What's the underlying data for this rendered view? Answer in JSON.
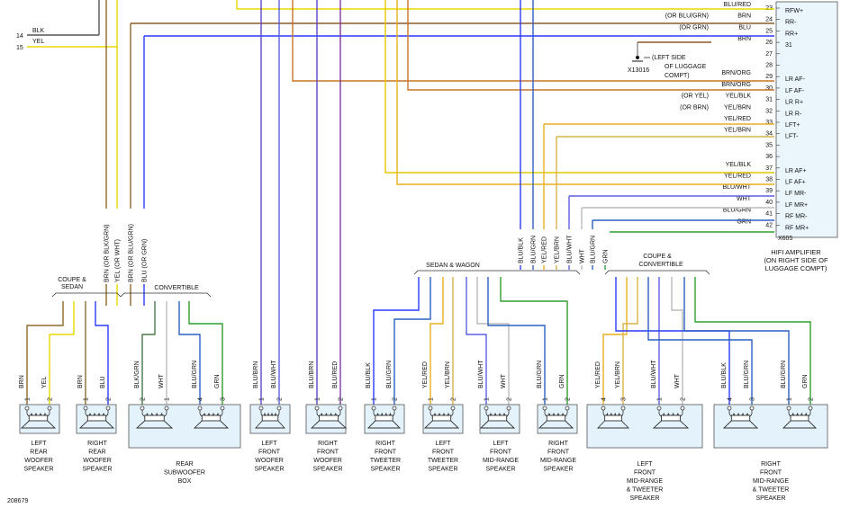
{
  "figure_id": "208679",
  "amplifier": {
    "title_lines": [
      "HIFI AMPLIFIER",
      "(ON RIGHT SIDE OF",
      "LUGGAGE COMPT)"
    ],
    "connector": "X605",
    "pins": [
      {
        "pin": "23",
        "wire": "BLU/RED",
        "note": "",
        "term": "RFW+",
        "color": "#2a3cff"
      },
      {
        "pin": "24",
        "wire": "BRN",
        "note": "(OR BLU/GRN)",
        "term": "RR-",
        "color": "#8b5a2b"
      },
      {
        "pin": "25",
        "wire": "BLU",
        "note": "(OR GRN)",
        "term": "RR+",
        "color": "#2a3cff"
      },
      {
        "pin": "26",
        "wire": "BRN",
        "note": "",
        "term": "31",
        "color": "#8b5a2b"
      },
      {
        "pin": "27",
        "wire": "",
        "note": "",
        "term": "",
        "color": ""
      },
      {
        "pin": "28",
        "wire": "",
        "note": "",
        "term": "",
        "color": ""
      },
      {
        "pin": "29",
        "wire": "BRN/ORG",
        "note": "",
        "term": "LR AF-",
        "color": "#c8752a"
      },
      {
        "pin": "30",
        "wire": "BRN/ORG",
        "note": "",
        "term": "LF AF-",
        "color": "#c8752a"
      },
      {
        "pin": "31",
        "wire": "YEL/BLK",
        "note": "(OR YEL)",
        "term": "LR R+",
        "color": "#e6c800"
      },
      {
        "pin": "32",
        "wire": "YEL/BRN",
        "note": "(OR BRN)",
        "term": "LR R-",
        "color": "#d9b24a"
      },
      {
        "pin": "33",
        "wire": "YEL/RED",
        "note": "",
        "term": "LFT+",
        "color": "#e8b020"
      },
      {
        "pin": "34",
        "wire": "YEL/BRN",
        "note": "",
        "term": "LFT-",
        "color": "#d9b24a"
      },
      {
        "pin": "35",
        "wire": "",
        "note": "",
        "term": "",
        "color": ""
      },
      {
        "pin": "36",
        "wire": "",
        "note": "",
        "term": "",
        "color": ""
      },
      {
        "pin": "37",
        "wire": "YEL/BLK",
        "note": "",
        "term": "LR AF+",
        "color": "#e6c800"
      },
      {
        "pin": "38",
        "wire": "YEL/RED",
        "note": "",
        "term": "LF AF+",
        "color": "#e8b020"
      },
      {
        "pin": "39",
        "wire": "BLU/WHT",
        "note": "",
        "term": "LF MR-",
        "color": "#5a60e0"
      },
      {
        "pin": "40",
        "wire": "WHT",
        "note": "",
        "term": "LF MR+",
        "color": "#bbbbbb"
      },
      {
        "pin": "41",
        "wire": "BLU/GRN",
        "note": "",
        "term": "RF MR-",
        "color": "#2a60c0"
      },
      {
        "pin": "42",
        "wire": "GRN",
        "note": "",
        "term": "RF MR+",
        "color": "#2fa02f"
      }
    ]
  },
  "ground": {
    "id": "X13016",
    "note_lines": [
      "(LEFT SIDE",
      "OF LUGGAGE",
      "COMPT)"
    ]
  },
  "left_inputs": [
    {
      "pin": "14",
      "wire": "BLK"
    },
    {
      "pin": "15",
      "wire": "YEL"
    }
  ],
  "vertical_labels": {
    "left": [
      {
        "text": "BRN",
        "note": "(OR BLK/GRN)"
      },
      {
        "text": "YEL",
        "note": "(OR WHT)"
      },
      {
        "text": "BRN",
        "note": "(OR BLU/GRN)"
      },
      {
        "text": "BLU",
        "note": "(OR GRN)"
      }
    ],
    "right": [
      "BLU/BLK",
      "BLU/GRN",
      "YEL/RED",
      "YEL/BRN",
      "BLU/WHT",
      "WHT",
      "BLU/GRN",
      "GRN"
    ]
  },
  "groups": {
    "coupe_sedan": "COUPE & SEDAN",
    "convertible": "CONVERTIBLE",
    "sedan_wagon": "SEDAN & WAGON",
    "coupe_convertible": "COUPE & CONVERTIBLE"
  },
  "speakers": [
    {
      "id": "lr-woofer",
      "label": [
        "LEFT",
        "REAR",
        "WOOFER",
        "SPEAKER"
      ],
      "wires": [
        {
          "pin": "1",
          "name": "BRN",
          "color": "#8b6a2b"
        },
        {
          "pin": "2",
          "name": "YEL",
          "color": "#e6d800"
        }
      ]
    },
    {
      "id": "rr-woofer",
      "label": [
        "RIGHT",
        "REAR",
        "WOOFER",
        "SPEAKER"
      ],
      "wires": [
        {
          "pin": "1",
          "name": "BRN",
          "color": "#8b6a2b"
        },
        {
          "pin": "2",
          "name": "BLU",
          "color": "#2a3cff"
        }
      ]
    },
    {
      "id": "rear-sub",
      "label": [
        "REAR",
        "SUBWOOFER",
        "BOX"
      ],
      "wires": [
        {
          "pin": "2",
          "name": "BLK/GRN",
          "color": "#4a7a4a"
        },
        {
          "pin": "1",
          "name": "WHT",
          "color": "#bbbbbb"
        },
        {
          "pin": "4",
          "name": "BLU/GRN",
          "color": "#2a60c0"
        },
        {
          "pin": "3",
          "name": "GRN",
          "color": "#2fa02f"
        }
      ]
    },
    {
      "id": "lf-woofer",
      "label": [
        "LEFT",
        "FRONT",
        "WOOFER",
        "SPEAKER"
      ],
      "wires": [
        {
          "pin": "1",
          "name": "BLU/BRN",
          "color": "#5a48c8"
        },
        {
          "pin": "2",
          "name": "BLU/WHT",
          "color": "#5a60e0"
        }
      ]
    },
    {
      "id": "rf-woofer",
      "label": [
        "RIGHT",
        "FRONT",
        "WOOFER",
        "SPEAKER"
      ],
      "wires": [
        {
          "pin": "1",
          "name": "BLU/BRN",
          "color": "#5a48c8"
        },
        {
          "pin": "2",
          "name": "BLU/RED",
          "color": "#7a3a9a"
        }
      ]
    },
    {
      "id": "rf-tweeter",
      "label": [
        "RIGHT",
        "FRONT",
        "TWEETER",
        "SPEAKER"
      ],
      "wires": [
        {
          "pin": "1",
          "name": "BLU/BLK",
          "color": "#2a3cff"
        },
        {
          "pin": "2",
          "name": "BLU/GRN",
          "color": "#2a60c0"
        }
      ]
    },
    {
      "id": "lf-tweeter",
      "label": [
        "LEFT",
        "FRONT",
        "TWEETER",
        "SPEAKER"
      ],
      "wires": [
        {
          "pin": "1",
          "name": "YEL/RED",
          "color": "#e8b020"
        },
        {
          "pin": "2",
          "name": "YEL/BRN",
          "color": "#d9b24a"
        }
      ]
    },
    {
      "id": "lf-midrange",
      "label": [
        "LEFT",
        "FRONT",
        "MID-RANGE",
        "SPEAKER"
      ],
      "wires": [
        {
          "pin": "1",
          "name": "BLU/WHT",
          "color": "#5a60e0"
        },
        {
          "pin": "2",
          "name": "WHT",
          "color": "#bbbbbb"
        }
      ]
    },
    {
      "id": "rf-midrange",
      "label": [
        "RIGHT",
        "FRONT",
        "MID-RANGE",
        "SPEAKER"
      ],
      "wires": [
        {
          "pin": "1",
          "name": "BLU/GRN",
          "color": "#2a60c0"
        },
        {
          "pin": "2",
          "name": "GRN",
          "color": "#2fa02f"
        }
      ]
    },
    {
      "id": "lf-mr-tw",
      "label": [
        "LEFT",
        "FRONT",
        "MID-RANGE",
        "& TWEETER",
        "SPEAKER"
      ],
      "wires": [
        {
          "pin": "4",
          "name": "YEL/RED",
          "color": "#e8b020"
        },
        {
          "pin": "3",
          "name": "YEL/BRN",
          "color": "#d9b24a"
        },
        {
          "pin": "1",
          "name": "BLU/WHT",
          "color": "#5a60e0"
        },
        {
          "pin": "2",
          "name": "WHT",
          "color": "#bbbbbb"
        }
      ]
    },
    {
      "id": "rf-mr-tw",
      "label": [
        "RIGHT",
        "FRONT",
        "MID-RANGE",
        "& TWEETER",
        "SPEAKER"
      ],
      "wires": [
        {
          "pin": "4",
          "name": "BLU/BLK",
          "color": "#2a3cff"
        },
        {
          "pin": "3",
          "name": "BLU/GRN",
          "color": "#2a60c0"
        },
        {
          "pin": "1",
          "name": "BLU/GRN",
          "color": "#2a60c0"
        },
        {
          "pin": "2",
          "name": "GRN",
          "color": "#2fa02f"
        }
      ]
    }
  ]
}
